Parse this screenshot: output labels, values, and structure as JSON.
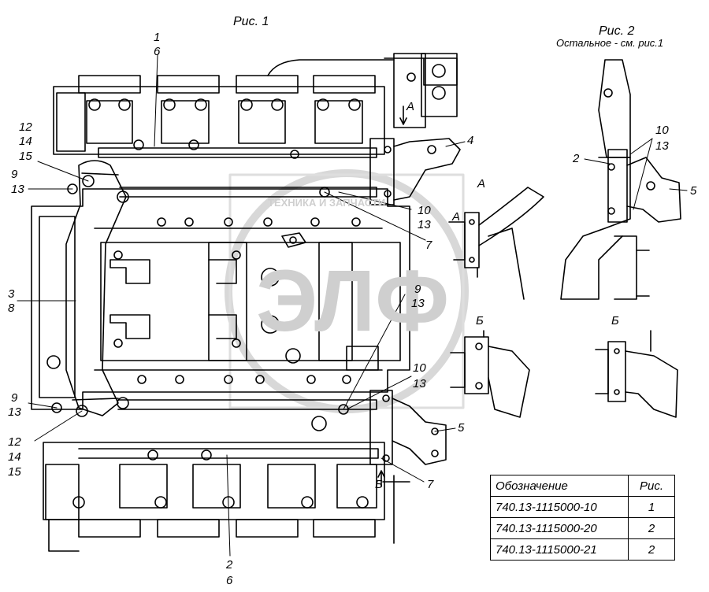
{
  "figure1": {
    "caption": "Рис. 1"
  },
  "figure2": {
    "caption": "Рис. 2",
    "note": "Остальное - см. рис.1"
  },
  "view_labels": {
    "a": "А",
    "b": "Б"
  },
  "watermark": {
    "line1": "ТЕХНИКА И ЗАПЧАСТИ",
    "logo": "ЭЛФ"
  },
  "callouts": {
    "c1_top": "1",
    "c6_top": "6",
    "c12_top": "12",
    "c14_top": "14",
    "c15_top": "15",
    "c9_top": "9",
    "c13_top": "13",
    "c3": "3",
    "c8": "8",
    "c4": "4",
    "c10_upper": "10",
    "c13_upper": "13",
    "c7_upper": "7",
    "c9_mid": "9",
    "c13_mid": "13",
    "c10_lower": "10",
    "c13_lower": "13",
    "c5_fig1": "5",
    "c7_lower": "7",
    "c9_bot": "9",
    "c13_bot": "13",
    "c12_bot": "12",
    "c14_bot": "14",
    "c15_bot": "15",
    "c2_bot": "2",
    "c6_bot": "6",
    "f2_c2": "2",
    "f2_c10": "10",
    "f2_c13": "13",
    "f2_c5": "5"
  },
  "table": {
    "headers": [
      "Обозначение",
      "Рис."
    ],
    "rows": [
      [
        "740.13-1115000-10",
        "1"
      ],
      [
        "740.13-1115000-20",
        "2"
      ],
      [
        "740.13-1115000-21",
        "2"
      ]
    ]
  }
}
